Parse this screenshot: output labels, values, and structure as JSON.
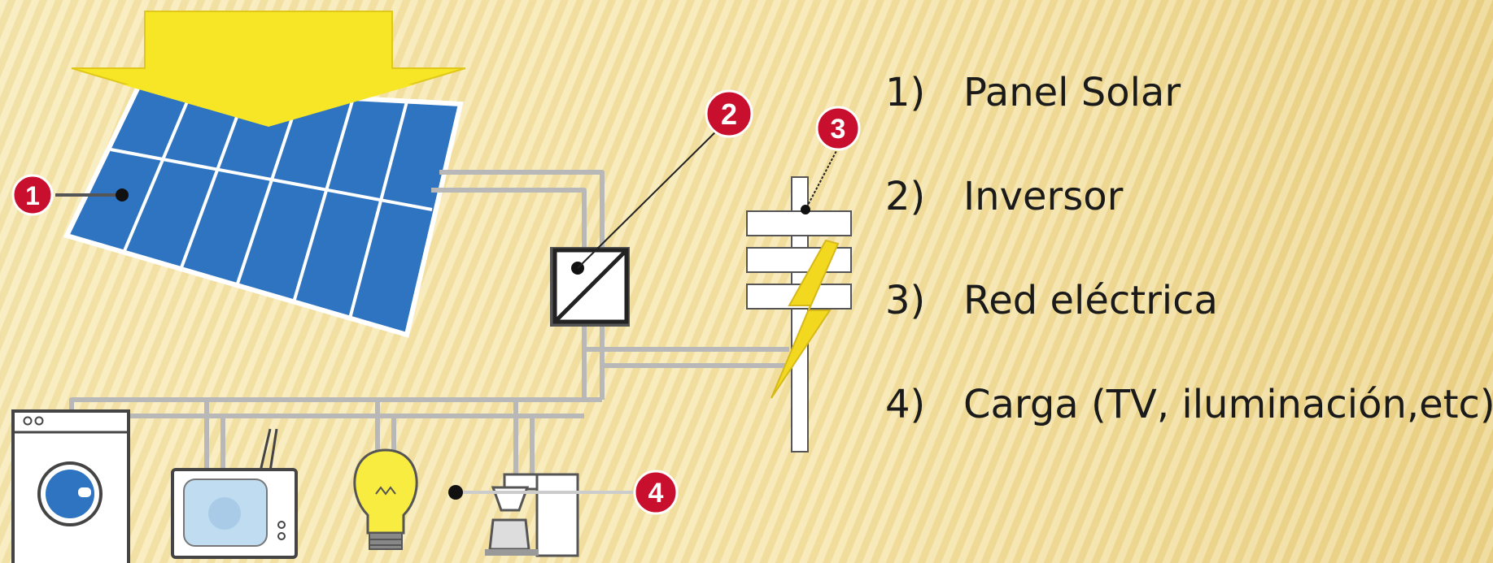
{
  "legend": {
    "items": [
      {
        "number": "1)",
        "label": "Panel Solar"
      },
      {
        "number": "2)",
        "label": "Inversor"
      },
      {
        "number": "3)",
        "label": "Red eléctrica"
      },
      {
        "number": "4)",
        "label": "Carga (TV, iluminación,etc)"
      }
    ]
  },
  "markers": {
    "m1": "1",
    "m2": "2",
    "m3": "3",
    "m4": "4"
  },
  "colors": {
    "panel": "#2f74c0",
    "sun_arrow": "#f7e626",
    "marker": "#c8102e",
    "wire": "#b8b8b8",
    "bulb": "#f8ec40",
    "bolt": "#f2d81e"
  }
}
